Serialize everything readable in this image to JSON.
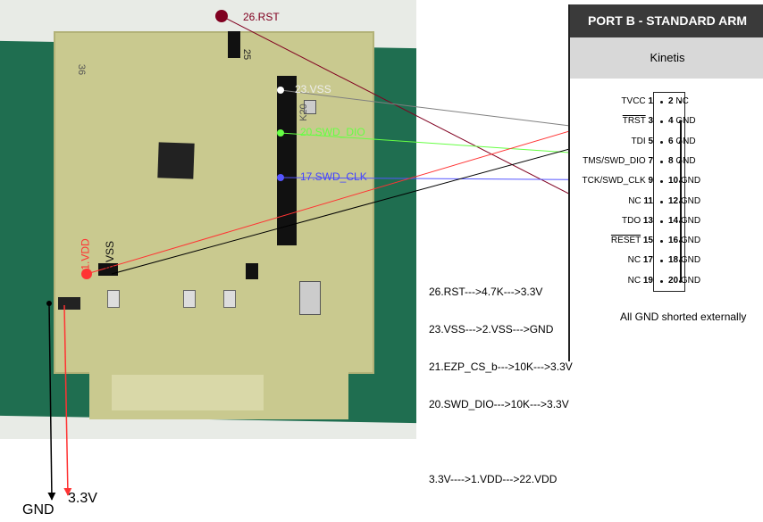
{
  "pcb_labels": {
    "rst": "26.RST",
    "vss23": "23.VSS",
    "dio": "20.SWD_DIO",
    "clk": "17.SWD_CLK",
    "vdd": "1.VDD",
    "vss2": "2.VSS",
    "silk_36": "36",
    "silk_25": "25",
    "silk_k20": "K20"
  },
  "power_labels": {
    "gnd": "GND",
    "v33": "3.3V"
  },
  "panel": {
    "title": "PORT B - STANDARD ARM",
    "subtitle": "Kinetis",
    "footer": "All GND shorted externally",
    "left_pins": [
      {
        "name": "TVCC",
        "num": "1"
      },
      {
        "name": "TRST",
        "num": "3",
        "overline": true
      },
      {
        "name": "TDI",
        "num": "5"
      },
      {
        "name": "TMS/SWD_DIO",
        "num": "7"
      },
      {
        "name": "TCK/SWD_CLK",
        "num": "9"
      },
      {
        "name": "NC",
        "num": "11"
      },
      {
        "name": "TDO",
        "num": "13"
      },
      {
        "name": "RESET",
        "num": "15",
        "overline": true
      },
      {
        "name": "NC",
        "num": "17"
      },
      {
        "name": "NC",
        "num": "19"
      }
    ],
    "right_pins": [
      {
        "num": "2",
        "name": "NC"
      },
      {
        "num": "4",
        "name": "GND"
      },
      {
        "num": "6",
        "name": "GND"
      },
      {
        "num": "8",
        "name": "GND"
      },
      {
        "num": "10",
        "name": "GND"
      },
      {
        "num": "12",
        "name": "GND"
      },
      {
        "num": "14",
        "name": "GND"
      },
      {
        "num": "16",
        "name": "GND"
      },
      {
        "num": "18",
        "name": "GND"
      },
      {
        "num": "20",
        "name": "GND"
      }
    ]
  },
  "notes": [
    "26.RST--->4.7K--->3.3V",
    "23.VSS--->2.VSS--->GND",
    "21.EZP_CS_b--->10K--->3.3V",
    "20.SWD_DIO--->10K--->3.3V",
    "",
    "3.3V---->1.VDD--->22.VDD"
  ],
  "colors": {
    "rst": "#800020",
    "vss": "#808080",
    "dio": "#66ff44",
    "clk": "#5555ff",
    "vdd": "#ff3333",
    "gnd": "#000000"
  }
}
